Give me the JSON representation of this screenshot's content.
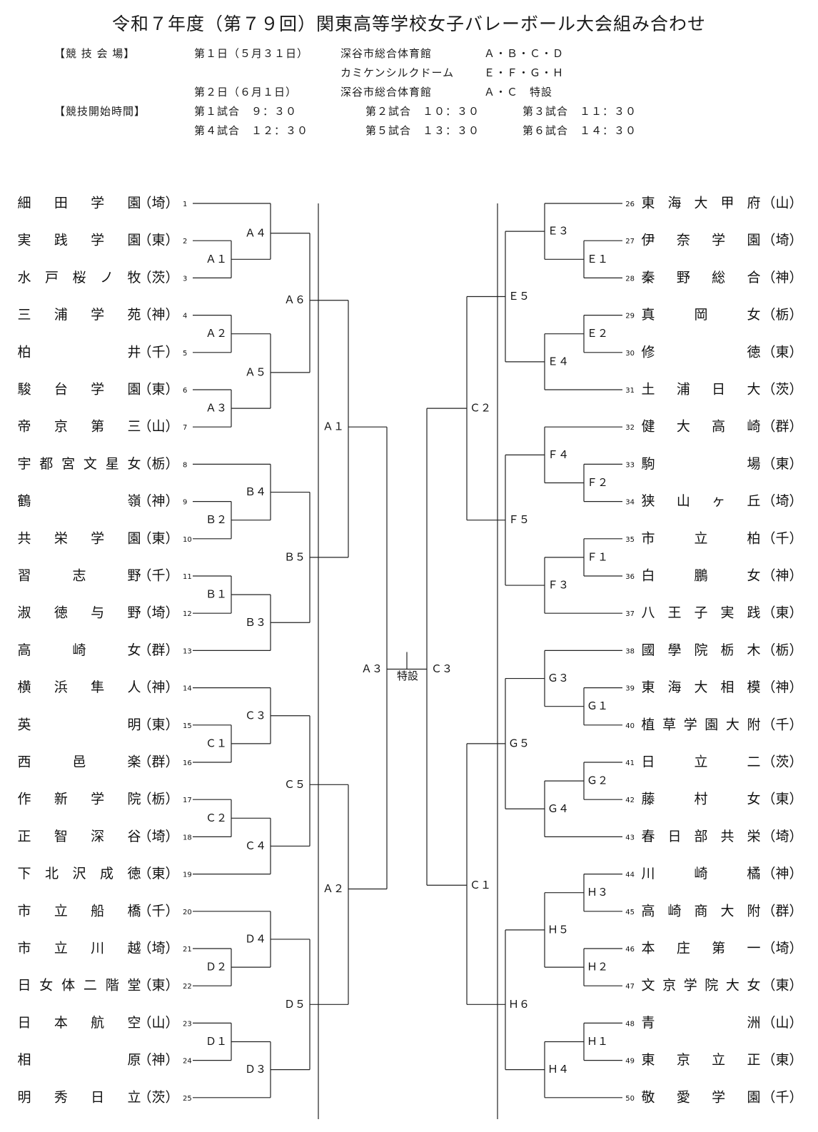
{
  "title": "令和７年度（第７９回）関東高等学校女子バレーボール大会組み合わせ",
  "info": {
    "venue_label": "【競 技 会 場】",
    "day1": "第１日（５月３１日）",
    "venue1": "深谷市総合体育館",
    "courts1": "Ａ・Ｂ・Ｃ・Ｄ",
    "venue2": "カミケンシルクドーム",
    "courts2": "Ｅ・Ｆ・Ｇ・Ｈ",
    "day2": "第２日（６月１日）",
    "venue3": "深谷市総合体育館",
    "courts3": "Ａ・Ｃ　特設",
    "time_label": "【競技開始時間】",
    "game1": "第１試合　９：３０",
    "game2": "第２試合　１０：３０",
    "game3": "第３試合　１１：３０",
    "game4": "第４試合　１２：３０",
    "game5": "第５試合　１３：３０",
    "game6": "第６試合　１４：３０"
  },
  "teams": [
    {
      "num": "1",
      "name": "細田学園",
      "pref": "埼"
    },
    {
      "num": "2",
      "name": "実践学園",
      "pref": "東"
    },
    {
      "num": "3",
      "name": "水戸桜ノ牧",
      "pref": "茨"
    },
    {
      "num": "4",
      "name": "三浦学苑",
      "pref": "神"
    },
    {
      "num": "5",
      "name": "柏井",
      "pref": "千"
    },
    {
      "num": "6",
      "name": "駿台学園",
      "pref": "東"
    },
    {
      "num": "7",
      "name": "帝京第三",
      "pref": "山"
    },
    {
      "num": "8",
      "name": "宇都宮文星女",
      "pref": "栃"
    },
    {
      "num": "9",
      "name": "鶴嶺",
      "pref": "神"
    },
    {
      "num": "10",
      "name": "共栄学園",
      "pref": "東"
    },
    {
      "num": "11",
      "name": "習志野",
      "pref": "千"
    },
    {
      "num": "12",
      "name": "淑徳与野",
      "pref": "埼"
    },
    {
      "num": "13",
      "name": "高崎女",
      "pref": "群"
    },
    {
      "num": "14",
      "name": "横浜隼人",
      "pref": "神"
    },
    {
      "num": "15",
      "name": "英明",
      "pref": "東"
    },
    {
      "num": "16",
      "name": "西邑楽",
      "pref": "群"
    },
    {
      "num": "17",
      "name": "作新学院",
      "pref": "栃"
    },
    {
      "num": "18",
      "name": "正智深谷",
      "pref": "埼"
    },
    {
      "num": "19",
      "name": "下北沢成徳",
      "pref": "東"
    },
    {
      "num": "20",
      "name": "市立船橋",
      "pref": "千"
    },
    {
      "num": "21",
      "name": "市立川越",
      "pref": "埼"
    },
    {
      "num": "22",
      "name": "日女体二階堂",
      "pref": "東"
    },
    {
      "num": "23",
      "name": "日本航空",
      "pref": "山"
    },
    {
      "num": "24",
      "name": "相原",
      "pref": "神"
    },
    {
      "num": "25",
      "name": "明秀日立",
      "pref": "茨"
    },
    {
      "num": "26",
      "name": "東海大甲府",
      "pref": "山"
    },
    {
      "num": "27",
      "name": "伊奈学園",
      "pref": "埼"
    },
    {
      "num": "28",
      "name": "秦野総合",
      "pref": "神"
    },
    {
      "num": "29",
      "name": "真岡女",
      "pref": "栃"
    },
    {
      "num": "30",
      "name": "修徳",
      "pref": "東"
    },
    {
      "num": "31",
      "name": "土浦日大",
      "pref": "茨"
    },
    {
      "num": "32",
      "name": "健大高崎",
      "pref": "群"
    },
    {
      "num": "33",
      "name": "駒場",
      "pref": "東"
    },
    {
      "num": "34",
      "name": "狭山ヶ丘",
      "pref": "埼"
    },
    {
      "num": "35",
      "name": "市立柏",
      "pref": "千"
    },
    {
      "num": "36",
      "name": "白鵬女",
      "pref": "神"
    },
    {
      "num": "37",
      "name": "八王子実践",
      "pref": "東"
    },
    {
      "num": "38",
      "name": "國學院栃木",
      "pref": "栃"
    },
    {
      "num": "39",
      "name": "東海大相模",
      "pref": "神"
    },
    {
      "num": "40",
      "name": "植草学園大附",
      "pref": "千"
    },
    {
      "num": "41",
      "name": "日立二",
      "pref": "茨"
    },
    {
      "num": "42",
      "name": "藤村女",
      "pref": "東"
    },
    {
      "num": "43",
      "name": "春日部共栄",
      "pref": "埼"
    },
    {
      "num": "44",
      "name": "川崎橘",
      "pref": "神"
    },
    {
      "num": "45",
      "name": "高崎商大附",
      "pref": "群"
    },
    {
      "num": "46",
      "name": "本庄第一",
      "pref": "埼"
    },
    {
      "num": "47",
      "name": "文京学院大女",
      "pref": "東"
    },
    {
      "num": "48",
      "name": "青洲",
      "pref": "山"
    },
    {
      "num": "49",
      "name": "東京立正",
      "pref": "東"
    },
    {
      "num": "50",
      "name": "敬愛学園",
      "pref": "千"
    }
  ],
  "matches": {
    "A1": "Ａ１",
    "A2": "Ａ２",
    "A3": "Ａ３",
    "A4": "Ａ４",
    "A5": "Ａ５",
    "A6": "Ａ６",
    "B1": "Ｂ１",
    "B2": "Ｂ２",
    "B3": "Ｂ３",
    "B4": "Ｂ４",
    "B5": "Ｂ５",
    "C1": "Ｃ１",
    "C2": "Ｃ２",
    "C3": "Ｃ３",
    "C4": "Ｃ４",
    "C5": "Ｃ５",
    "D1": "Ｄ１",
    "D2": "Ｄ２",
    "D3": "Ｄ３",
    "D4": "Ｄ４",
    "D5": "Ｄ５",
    "E1": "Ｅ１",
    "E2": "Ｅ２",
    "E3": "Ｅ３",
    "E4": "Ｅ４",
    "E5": "Ｅ５",
    "F1": "Ｆ１",
    "F2": "Ｆ２",
    "F3": "Ｆ３",
    "F4": "Ｆ４",
    "F5": "Ｆ５",
    "G1": "Ｇ１",
    "G2": "Ｇ２",
    "G3": "Ｇ３",
    "G4": "Ｇ４",
    "G5": "Ｇ５",
    "H1": "Ｈ１",
    "H2": "Ｈ２",
    "H3": "Ｈ３",
    "H4": "Ｈ４",
    "H5": "Ｈ５",
    "H6": "Ｈ６",
    "final": "特設"
  }
}
